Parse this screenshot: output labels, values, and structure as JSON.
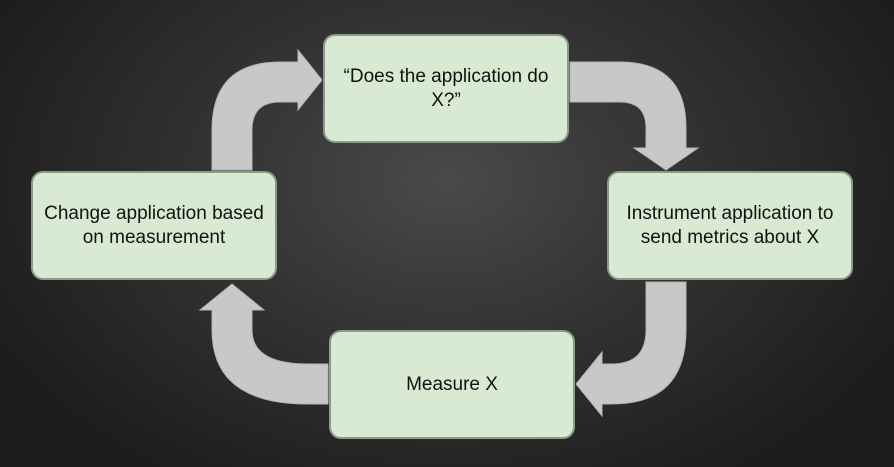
{
  "diagram": {
    "type": "cycle",
    "arrow_color": "#c8c8c8",
    "node_color": "#d9ead3",
    "nodes": [
      {
        "id": "question",
        "label": "“Does the application do X?”"
      },
      {
        "id": "instrument",
        "label": "Instrument application to send metrics about X"
      },
      {
        "id": "measure",
        "label": "Measure X"
      },
      {
        "id": "change",
        "label": "Change application based on measurement"
      }
    ],
    "edges": [
      {
        "from": "question",
        "to": "instrument"
      },
      {
        "from": "instrument",
        "to": "measure"
      },
      {
        "from": "measure",
        "to": "change"
      },
      {
        "from": "change",
        "to": "question"
      }
    ]
  }
}
